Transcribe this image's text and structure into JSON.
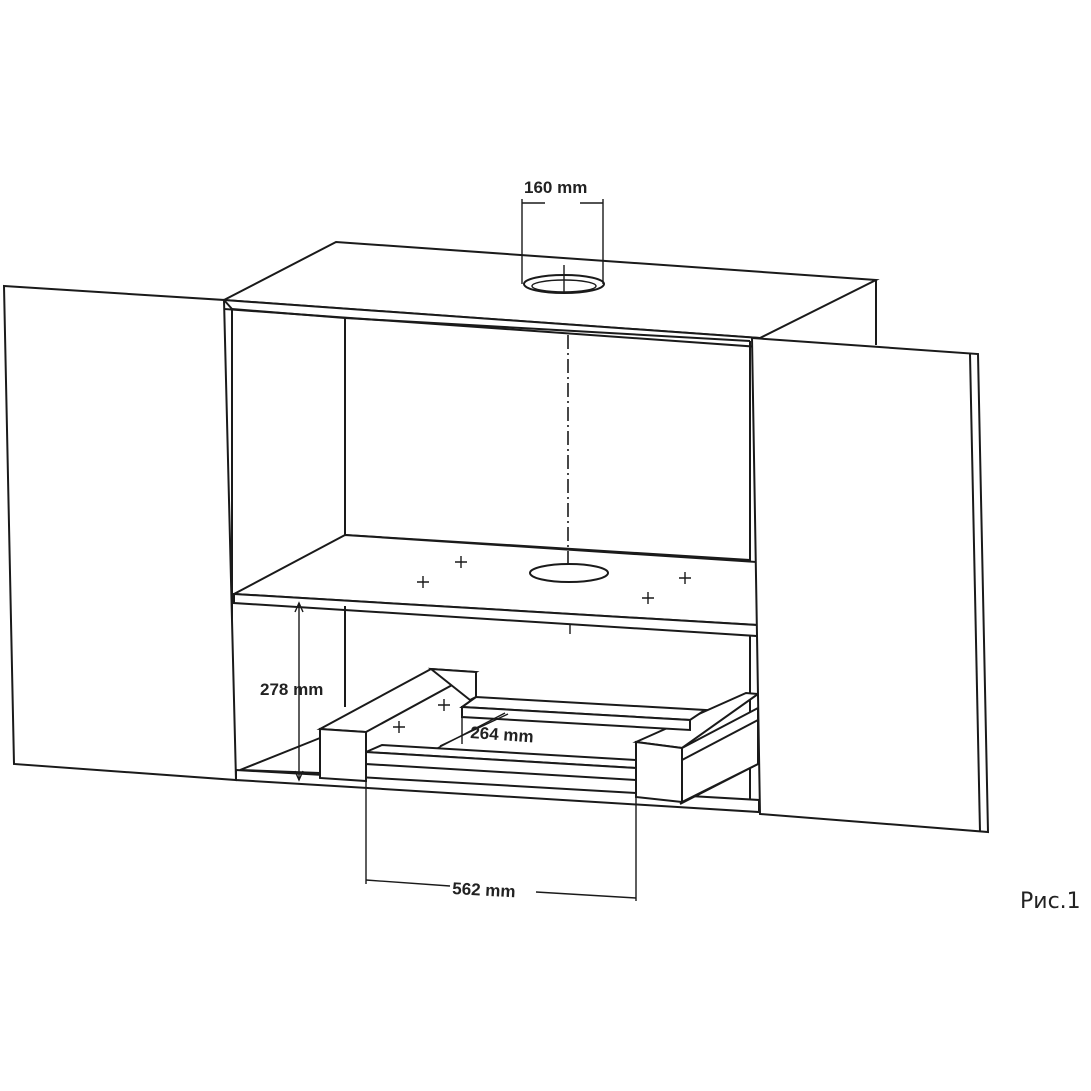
{
  "dimensions": {
    "duct_diameter": "160 mm",
    "height": "278 mm",
    "depth": "264 mm",
    "width": "562 mm"
  },
  "figure_label": "Рис.1"
}
